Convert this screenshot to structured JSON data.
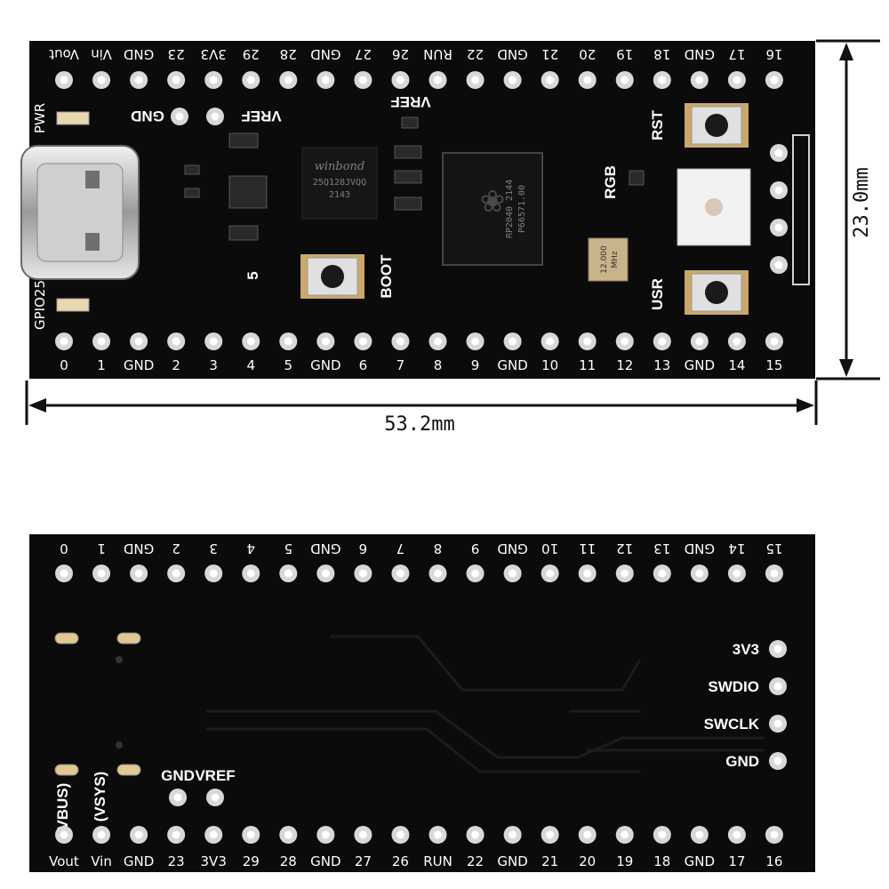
{
  "dimensions": {
    "width_label": "53.2mm",
    "height_label": "23.0mm"
  },
  "top_view": {
    "top_row": [
      "Vout",
      "Vin",
      "GND",
      "23",
      "3V3",
      "29",
      "28",
      "GND",
      "27",
      "26",
      "RUN",
      "22",
      "GND",
      "21",
      "20",
      "19",
      "18",
      "GND",
      "17",
      "16"
    ],
    "bottom_row": [
      "0",
      "1",
      "GND",
      "2",
      "3",
      "4",
      "5",
      "GND",
      "6",
      "7",
      "8",
      "9",
      "GND",
      "10",
      "11",
      "12",
      "13",
      "GND",
      "14",
      "15"
    ],
    "pwr_label": "PWR",
    "gpio_label": "GPIO25",
    "gnd_pad": "GND",
    "vref_pad": "VREF",
    "vref_top": "VREF",
    "flash_brand": "winbond",
    "flash_part": "25Q128JVQQ",
    "flash_code": "2143",
    "mcu_part": "RP2040 2144",
    "mcu_code": "P66571.00",
    "crystal_freq": "12.000",
    "crystal_unit": "MHz",
    "rst_label": "RST",
    "rgb_label": "RGB",
    "usr_label": "USR",
    "boot_label": "BOOT",
    "num5": "5"
  },
  "bottom_view": {
    "top_row": [
      "0",
      "1",
      "GND",
      "2",
      "3",
      "4",
      "5",
      "GND",
      "6",
      "7",
      "8",
      "9",
      "GND",
      "10",
      "11",
      "12",
      "13",
      "GND",
      "14",
      "15"
    ],
    "bottom_row": [
      "Vout",
      "Vin",
      "GND",
      "23",
      "3V3",
      "29",
      "28",
      "GND",
      "27",
      "26",
      "RUN",
      "22",
      "GND",
      "21",
      "20",
      "19",
      "18",
      "GND",
      "17",
      "16"
    ],
    "debug_pins": [
      "3V3",
      "SWDIO",
      "SWCLK",
      "GND"
    ],
    "gnd_pad": "GND",
    "vref_pad": "VREF",
    "vbus_label": "(VBUS)",
    "vsys_label": "(VSYS)"
  },
  "colors": {
    "board": "#0b0b0b",
    "pad": "#d8d8d8",
    "silk": "#ffffff"
  }
}
